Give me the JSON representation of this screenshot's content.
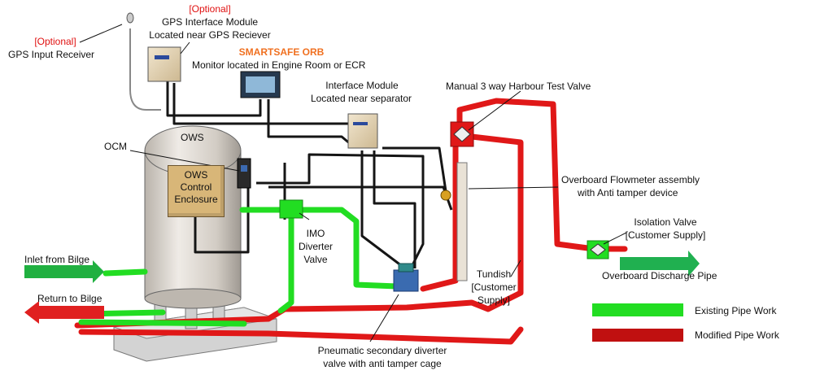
{
  "labels": {
    "gps_module_optional": "[Optional]",
    "gps_module_line1": "GPS Interface Module",
    "gps_module_line2": "Located near GPS Reciever",
    "gps_receiver_optional": "[Optional]",
    "gps_receiver": "GPS Input Receiver",
    "smartsafe_title": "SMARTSAFE ORB",
    "smartsafe_sub": "Monitor located in Engine Room or ECR",
    "interface_line1": "Interface Module",
    "interface_line2": "Located near separator",
    "harbour_valve": "Manual 3 way Harbour Test Valve",
    "ows": "OWS",
    "ocm": "OCM",
    "enclosure_line1": "OWS",
    "enclosure_line2": "Control",
    "enclosure_line3": "Enclosure",
    "flowmeter_line1": "Overboard Flowmeter assembly",
    "flowmeter_line2": "with Anti tamper device",
    "isolation_line1": "Isolation Valve",
    "isolation_line2": "[Customer Supply]",
    "overboard_pipe": "Overboard Discharge Pipe",
    "imo_line1": "IMO",
    "imo_line2": "Diverter",
    "imo_line3": "Valve",
    "inlet": "Inlet from Bilge",
    "return": "Return to Bilge",
    "tundish_line1": "Tundish",
    "tundish_line2": "[Customer",
    "tundish_line3": "Supply]",
    "pneumatic_line1": "Pneumatic secondary diverter",
    "pneumatic_line2": "valve with anti tamper cage"
  },
  "legend": {
    "existing": "Existing Pipe Work",
    "modified": "Modified Pipe Work"
  },
  "colors": {
    "existing_pipe": "#22dd22",
    "modified_pipe": "#e01818",
    "inlet_arrow": "#20b040",
    "return_arrow": "#e02020",
    "discharge_arrow": "#20b050"
  }
}
